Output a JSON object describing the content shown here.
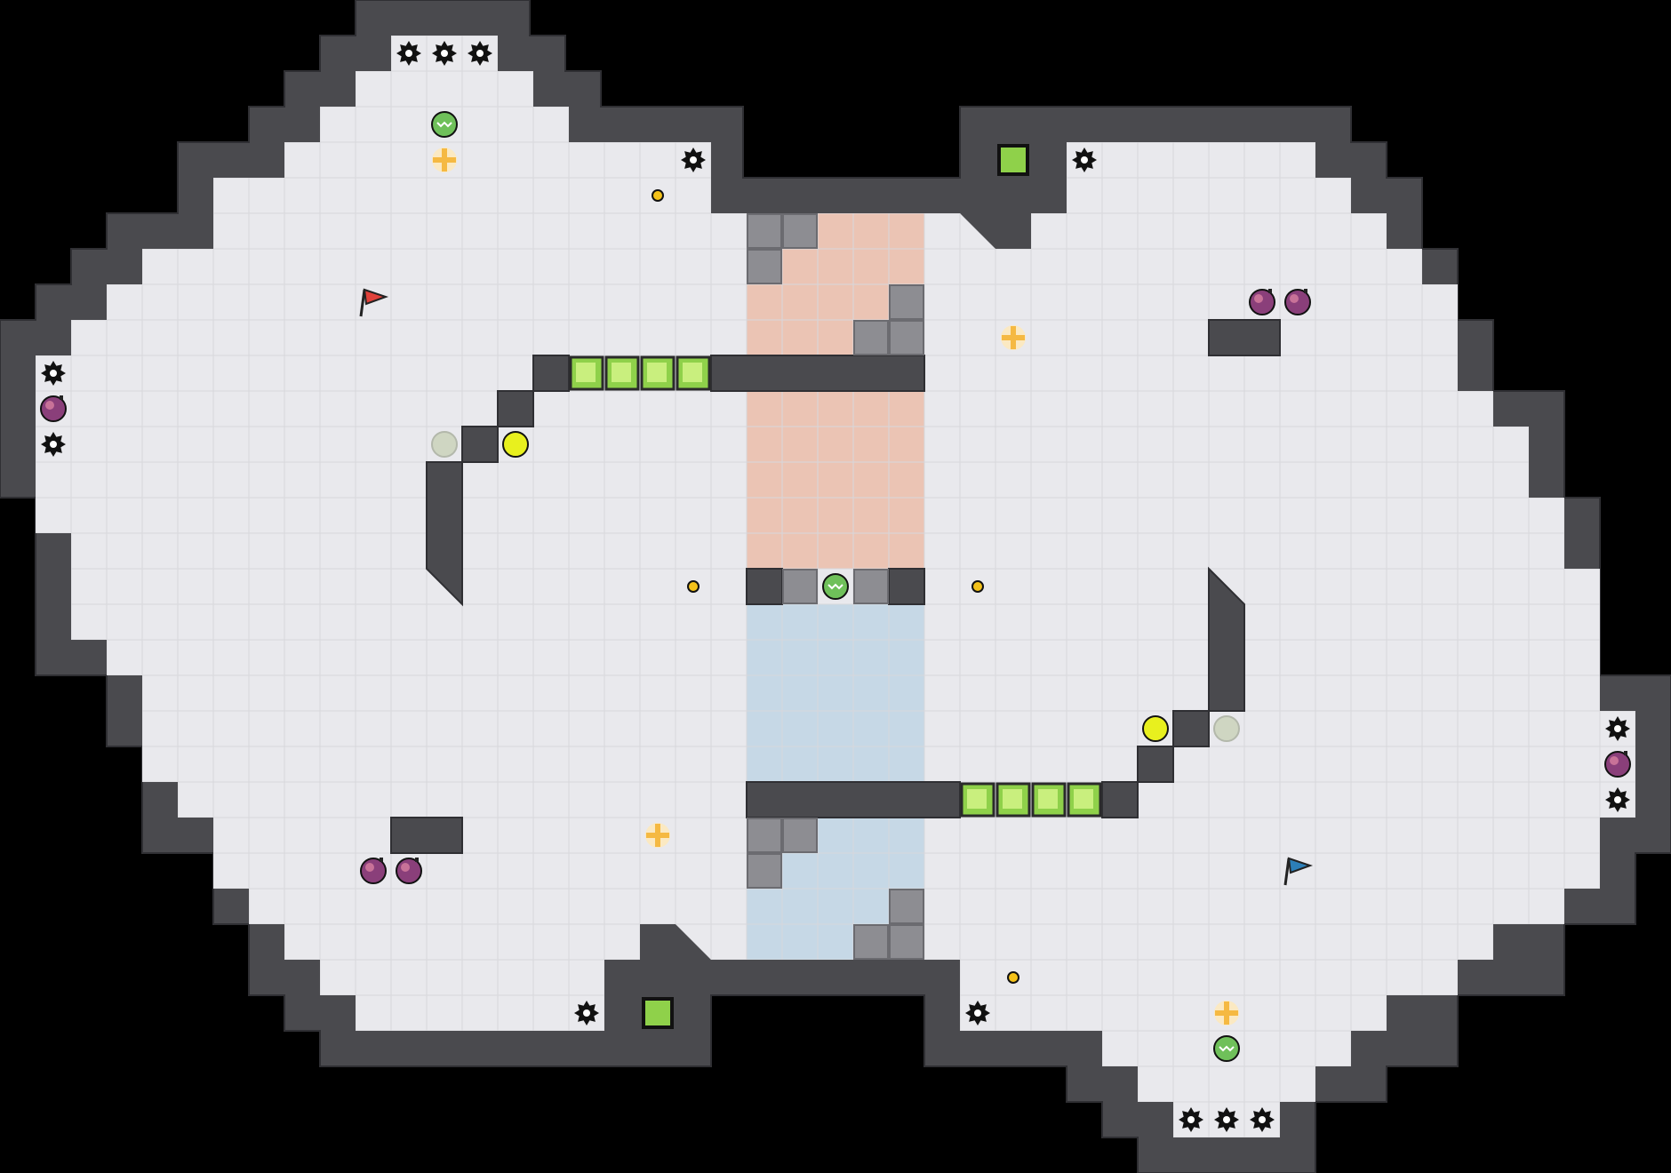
{
  "game": {
    "type": "capture-the-flag top-down arena",
    "grid_cols": 47,
    "grid_rows": 33,
    "colors": {
      "background": "#000000",
      "wall": "#4a4a4e",
      "wall_edge": "#2f2f33",
      "floor": "#e9e9ed",
      "floor_grid": "#d7d7dc",
      "red_zone": "#ebc4b4",
      "blue_zone": "#c6d8e6",
      "gate_green": "#8fd14a",
      "boost_yellow": "#e8f01e",
      "powerup_orange": "#f5b942",
      "bomb_purple": "#8a3f7a",
      "spike": "#111111",
      "red_flag": "#e0413a",
      "blue_flag": "#2c7fb8"
    }
  },
  "entities": {
    "red_flag": {
      "col": 10,
      "row": 8,
      "icon": "red-flag-icon"
    },
    "blue_flag": {
      "col": 36,
      "row": 24,
      "icon": "blue-flag-icon"
    },
    "center_ball": {
      "col": 23,
      "row": 16,
      "icon": "green-ball-icon"
    },
    "top_ball": {
      "col": 12,
      "row": 3,
      "icon": "green-ball-icon"
    },
    "bottom_ball": {
      "col": 34,
      "row": 29,
      "icon": "green-ball-icon"
    },
    "boosts": [
      {
        "col": 14,
        "row": 12
      },
      {
        "col": 32,
        "row": 20
      }
    ],
    "faded_boosts": [
      {
        "col": 12,
        "row": 12
      },
      {
        "col": 34,
        "row": 20
      }
    ],
    "powerups": [
      {
        "col": 12,
        "row": 4
      },
      {
        "col": 28,
        "row": 9
      },
      {
        "col": 18,
        "row": 23
      },
      {
        "col": 34,
        "row": 28
      }
    ],
    "small_pellets": [
      {
        "col": 18,
        "row": 5
      },
      {
        "col": 19,
        "row": 16
      },
      {
        "col": 27,
        "row": 16
      },
      {
        "col": 28,
        "row": 27
      }
    ],
    "bombs": [
      {
        "col": 1,
        "row": 11
      },
      {
        "col": 35,
        "row": 8
      },
      {
        "col": 36,
        "row": 8
      },
      {
        "col": 10,
        "row": 24
      },
      {
        "col": 11,
        "row": 24
      },
      {
        "col": 45,
        "row": 21
      }
    ],
    "spikes": [
      {
        "col": 11,
        "row": 1
      },
      {
        "col": 12,
        "row": 1
      },
      {
        "col": 13,
        "row": 1
      },
      {
        "col": 19,
        "row": 4
      },
      {
        "col": 30,
        "row": 4
      },
      {
        "col": 1,
        "row": 10
      },
      {
        "col": 1,
        "row": 12
      },
      {
        "col": 45,
        "row": 20
      },
      {
        "col": 45,
        "row": 22
      },
      {
        "col": 16,
        "row": 28
      },
      {
        "col": 27,
        "row": 28
      },
      {
        "col": 33,
        "row": 31
      },
      {
        "col": 34,
        "row": 31
      },
      {
        "col": 35,
        "row": 31
      }
    ],
    "portals": [
      {
        "col": 28,
        "row": 4
      },
      {
        "col": 18,
        "row": 28
      }
    ],
    "gate_tiles": [
      {
        "col": 16,
        "row": 10
      },
      {
        "col": 17,
        "row": 10
      },
      {
        "col": 18,
        "row": 10
      },
      {
        "col": 19,
        "row": 10
      },
      {
        "col": 27,
        "row": 22
      },
      {
        "col": 28,
        "row": 22
      },
      {
        "col": 29,
        "row": 22
      },
      {
        "col": 30,
        "row": 22
      }
    ],
    "dotted_tiles": [
      {
        "col": 21,
        "row": 6
      },
      {
        "col": 22,
        "row": 6
      },
      {
        "col": 21,
        "row": 7
      },
      {
        "col": 25,
        "row": 8
      },
      {
        "col": 24,
        "row": 9
      },
      {
        "col": 25,
        "row": 9
      },
      {
        "col": 22,
        "row": 16
      },
      {
        "col": 24,
        "row": 16
      },
      {
        "col": 21,
        "row": 23
      },
      {
        "col": 22,
        "row": 23
      },
      {
        "col": 21,
        "row": 24
      },
      {
        "col": 25,
        "row": 25
      },
      {
        "col": 24,
        "row": 26
      },
      {
        "col": 25,
        "row": 26
      }
    ]
  }
}
